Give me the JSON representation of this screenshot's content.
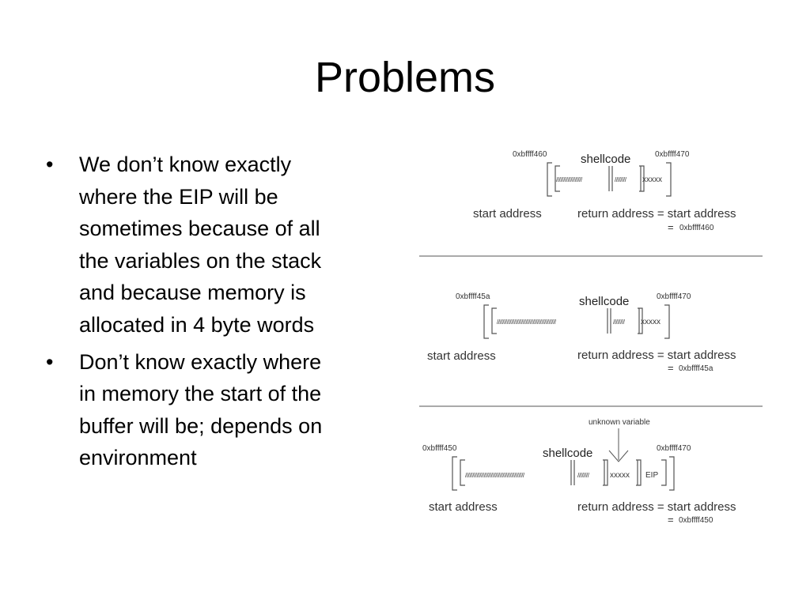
{
  "slide": {
    "title": "Problems",
    "bullets": [
      {
        "marker": "•",
        "lines": [
          "We don’t know exactly",
          "where the EIP will be",
          "sometimes because of all",
          "the variables on the stack",
          "and because memory is",
          "allocated in 4 byte words"
        ]
      },
      {
        "marker": "•",
        "lines": [
          "Don’t know exactly where",
          "in memory the start of the",
          "buffer will be; depends on",
          "environment"
        ]
      }
    ]
  },
  "diagram": {
    "panel1": {
      "addr_left": "0xbffff460",
      "addr_right": "0xbffff470",
      "shellcode": "shellcode",
      "seg_a": "//////////////////",
      "seg_b": "////////",
      "seg_c": "xxxxx",
      "start_label": "start address",
      "return_label": "return address = start address",
      "eq": "=",
      "eq_value": "0xbffff460"
    },
    "panel2": {
      "addr_left": "0xbffff45a",
      "addr_right": "0xbffff470",
      "shellcode": "shellcode",
      "seg_a": "/////////////////////////////////////////",
      "seg_b": "////////",
      "seg_c": "xxxxx",
      "start_label": "start address",
      "return_label": "return address = start address",
      "eq": "=",
      "eq_value": "0xbffff45a"
    },
    "panel3": {
      "unknown": "unknown variable",
      "addr_left": "0xbffff450",
      "addr_right": "0xbffff470",
      "shellcode": "shellcode",
      "seg_a": "/////////////////////////////////////////",
      "seg_b": "////////",
      "seg_c": "xxxxx",
      "seg_d": "EIP",
      "start_label": "start address",
      "return_label": "return address = start address",
      "eq": "=",
      "eq_value": "0xbffff450"
    }
  }
}
